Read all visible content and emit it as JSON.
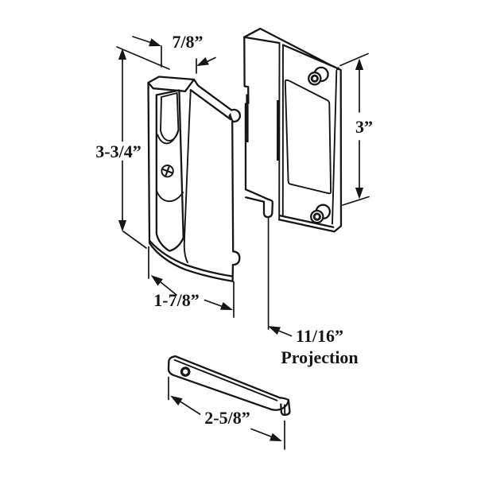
{
  "figure": {
    "type": "technical-line-drawing",
    "subject": "sliding-door-handle-set-with-keeper-and-latch-bar",
    "labels": {
      "top_width": "7/8”",
      "handle_height": "3-3/4”",
      "keeper_height": "3”",
      "handle_width": "1-7/8”",
      "projection_value": "11/16”",
      "projection_caption": "Projection",
      "bar_length": "2-5/8”"
    },
    "colors": {
      "ink": "#161616",
      "background": "#ffffff"
    }
  }
}
